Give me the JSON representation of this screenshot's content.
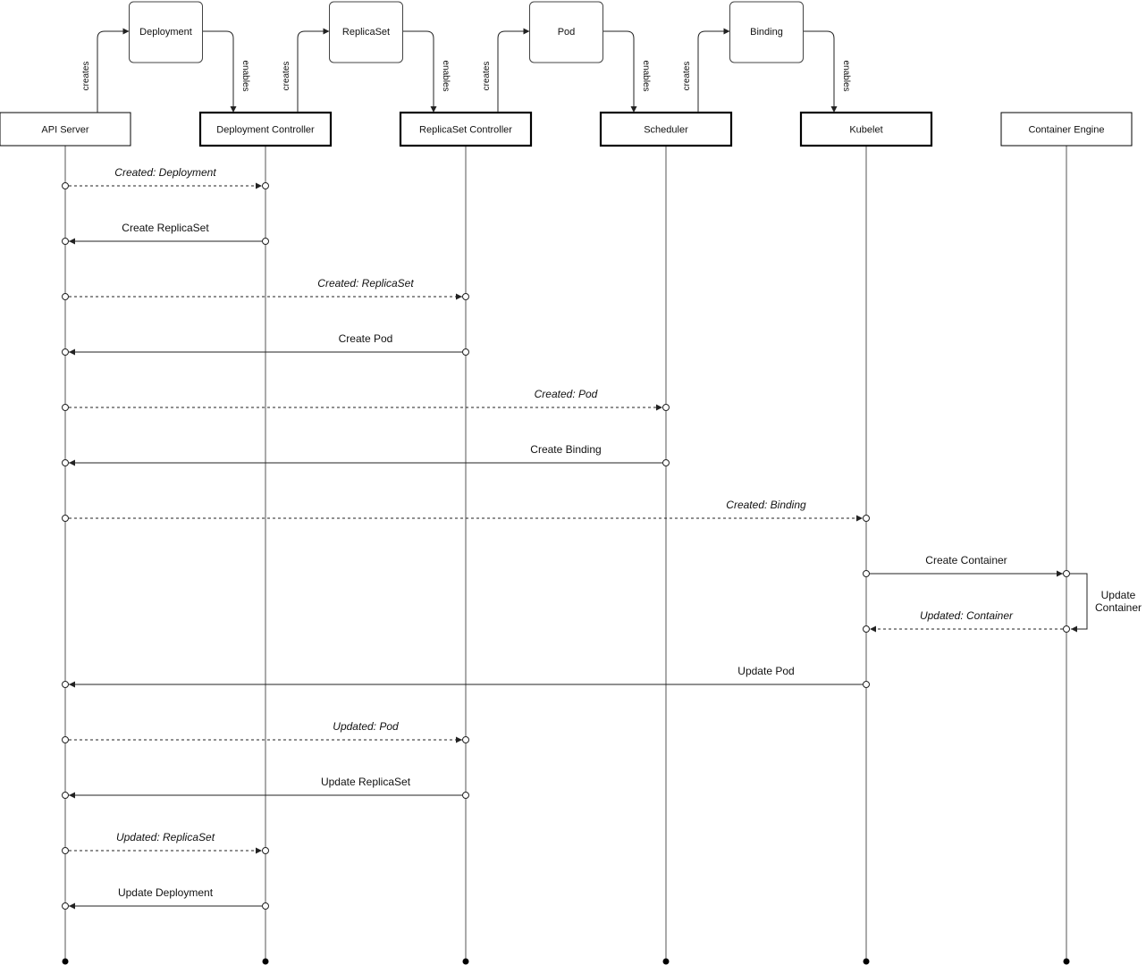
{
  "participants": [
    {
      "id": "api",
      "label": "API Server",
      "bold": false
    },
    {
      "id": "dc",
      "label": "Deployment Controller",
      "bold": true
    },
    {
      "id": "rsc",
      "label": "ReplicaSet Controller",
      "bold": true
    },
    {
      "id": "sch",
      "label": "Scheduler",
      "bold": true
    },
    {
      "id": "kub",
      "label": "Kubelet",
      "bold": true
    },
    {
      "id": "ce",
      "label": "Container Engine",
      "bold": false
    }
  ],
  "resources": [
    {
      "label": "Deployment",
      "created_by": "api",
      "enables": "dc",
      "creates_label": "creates",
      "enables_label": "enables"
    },
    {
      "label": "ReplicaSet",
      "created_by": "dc",
      "enables": "rsc",
      "creates_label": "creates",
      "enables_label": "enables"
    },
    {
      "label": "Pod",
      "created_by": "rsc",
      "enables": "sch",
      "creates_label": "creates",
      "enables_label": "enables"
    },
    {
      "label": "Binding",
      "created_by": "sch",
      "enables": "kub",
      "creates_label": "creates",
      "enables_label": "enables"
    }
  ],
  "messages": [
    {
      "from": "api",
      "to": "dc",
      "label": "Created: Deployment",
      "style": "dashed",
      "italic": true
    },
    {
      "from": "dc",
      "to": "api",
      "label": "Create ReplicaSet",
      "style": "solid",
      "italic": false
    },
    {
      "from": "api",
      "to": "rsc",
      "label": "Created: ReplicaSet",
      "style": "dashed",
      "italic": true
    },
    {
      "from": "rsc",
      "to": "api",
      "label": "Create Pod",
      "style": "solid",
      "italic": false
    },
    {
      "from": "api",
      "to": "sch",
      "label": "Created: Pod",
      "style": "dashed",
      "italic": true
    },
    {
      "from": "sch",
      "to": "api",
      "label": "Create Binding",
      "style": "solid",
      "italic": false
    },
    {
      "from": "api",
      "to": "kub",
      "label": "Created: Binding",
      "style": "dashed",
      "italic": true
    },
    {
      "from": "kub",
      "to": "ce",
      "label": "Create Container",
      "style": "solid",
      "italic": false
    },
    {
      "from": "ce",
      "to": "kub",
      "label": "Updated: Container",
      "style": "dashed",
      "italic": true
    },
    {
      "from": "kub",
      "to": "api",
      "label": "Update Pod",
      "style": "solid",
      "italic": false
    },
    {
      "from": "api",
      "to": "rsc",
      "label": "Updated: Pod",
      "style": "dashed",
      "italic": true
    },
    {
      "from": "rsc",
      "to": "api",
      "label": "Update ReplicaSet",
      "style": "solid",
      "italic": false
    },
    {
      "from": "api",
      "to": "dc",
      "label": "Updated: ReplicaSet",
      "style": "dashed",
      "italic": true
    },
    {
      "from": "dc",
      "to": "api",
      "label": "Update Deployment",
      "style": "solid",
      "italic": false
    }
  ],
  "self_loop": {
    "participant": "ce",
    "label_lines": [
      "Update",
      "Container"
    ]
  }
}
